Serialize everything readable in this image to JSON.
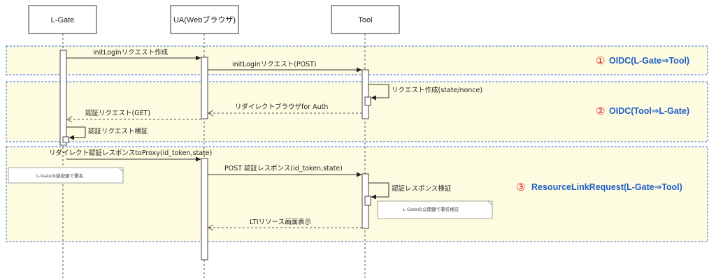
{
  "participants": [
    {
      "id": "lgate",
      "label": "L-Gate"
    },
    {
      "id": "ua",
      "label": "UA(Webブラウザ)"
    },
    {
      "id": "tool",
      "label": "Tool"
    }
  ],
  "phases": [
    {
      "number": "①",
      "title": "OIDC(L-Gate⇒Tool)"
    },
    {
      "number": "②",
      "title": "OIDC(Tool⇒L-Gate)"
    },
    {
      "number": "③",
      "title": "ResourceLinkRequest(L-Gate⇒Tool)"
    }
  ],
  "messages": [
    {
      "label": "initLoginリクエスト作成",
      "from": "lgate",
      "to": "ua",
      "style": "solid"
    },
    {
      "label": "initLoginリクエスト(POST)",
      "from": "ua",
      "to": "tool",
      "style": "solid"
    },
    {
      "label": "リクエスト作成(state/nonce)",
      "from": "tool",
      "to": "tool",
      "style": "self"
    },
    {
      "label": "リダイレクトブラウザfor Auth",
      "from": "tool",
      "to": "ua",
      "style": "dashed"
    },
    {
      "label": "認証リクエスト(GET)",
      "from": "ua",
      "to": "lgate",
      "style": "dashed"
    },
    {
      "label": "認証リクエスト検証",
      "from": "lgate",
      "to": "lgate",
      "style": "self"
    },
    {
      "label": "リダイレクト認証レスポンスtoProxy(id_token,state)",
      "from": "lgate",
      "to": "ua",
      "style": "solid"
    },
    {
      "label": "POST 認証レスポンス(id_token,state)",
      "from": "ua",
      "to": "tool",
      "style": "solid"
    },
    {
      "label": "認証レスポンス検証",
      "from": "tool",
      "to": "tool",
      "style": "self"
    },
    {
      "label": "LTIリソース画面表示",
      "from": "tool",
      "to": "ua",
      "style": "dashed"
    }
  ],
  "notes": [
    {
      "text": "L-Gateの秘密鍵で署名"
    },
    {
      "text": "L-Gateの公開鍵で署名検証"
    }
  ],
  "colors": {
    "phase_fill": "#fdfbe0",
    "phase_border": "#3a6fd8",
    "phase_title": "#1f5fc8",
    "phase_number": "#e02020"
  }
}
